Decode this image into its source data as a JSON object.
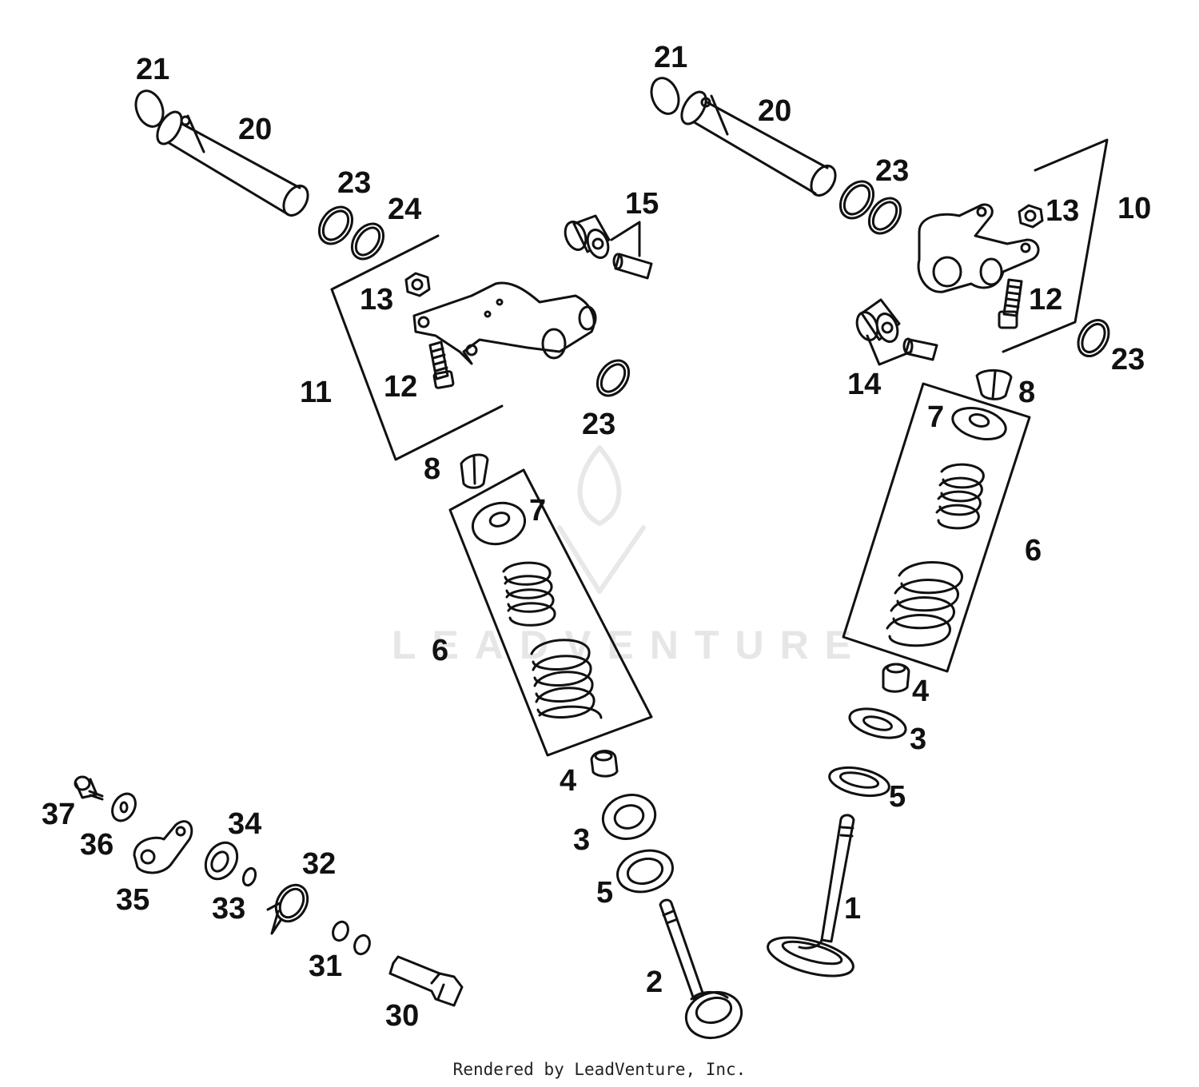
{
  "watermark": {
    "text": "LEADVENTURE"
  },
  "footer": {
    "text": "Rendered by LeadVenture, Inc."
  },
  "callouts": {
    "c21_left": "21",
    "c20_left": "20",
    "c23_left_a": "23",
    "c24": "24",
    "c15": "15",
    "c13_left": "13",
    "c11": "11",
    "c12_left": "12",
    "c23_left_b": "23",
    "c8_left": "8",
    "c7_left": "7",
    "c6_left": "6",
    "c4_left": "4",
    "c3_left": "3",
    "c5_left": "5",
    "c2": "2",
    "c21_right": "21",
    "c20_right": "20",
    "c23_right_a": "23",
    "c13_right": "13",
    "c10": "10",
    "c12_right": "12",
    "c23_right_b": "23",
    "c14": "14",
    "c8_right": "8",
    "c7_right": "7",
    "c6_right": "6",
    "c4_right": "4",
    "c3_right": "3",
    "c5_right": "5",
    "c1": "1",
    "c37": "37",
    "c36": "36",
    "c35": "35",
    "c34": "34",
    "c33": "33",
    "c32": "32",
    "c31": "31",
    "c30": "30"
  }
}
